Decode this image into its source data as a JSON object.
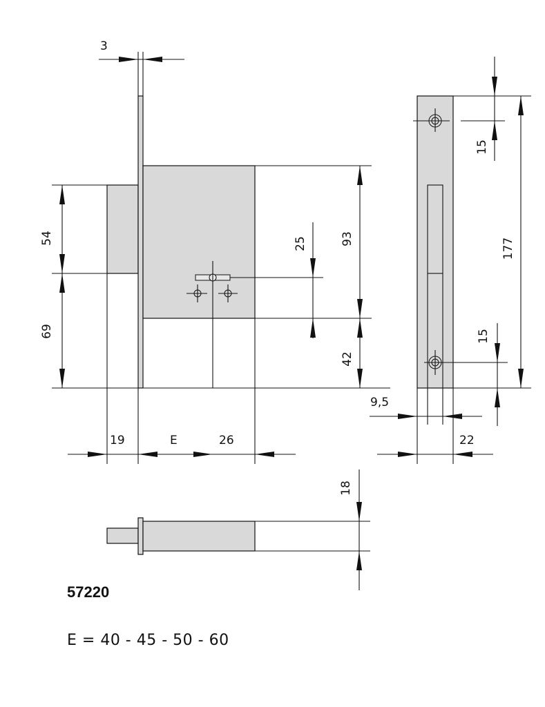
{
  "drawing": {
    "product_code": "57220",
    "backset_note": "E =  40 - 45 - 50 - 60",
    "dimensions": {
      "faceplate_thickness": "3",
      "upper_height": "54",
      "lower_height": "69",
      "key_offset": "25",
      "case_height": "93",
      "lower_offset": "42",
      "bolt_projection": "19",
      "backset": "E",
      "case_extension": "26",
      "strike_hole_top": "15",
      "strike_length": "177",
      "strike_hole_bottom": "15",
      "strike_slot_width": "9,5",
      "strike_width": "22",
      "bolt_thickness": "18"
    },
    "colors": {
      "part_fill": "#d9d9d9",
      "line": "#111111",
      "background": "#ffffff"
    }
  }
}
